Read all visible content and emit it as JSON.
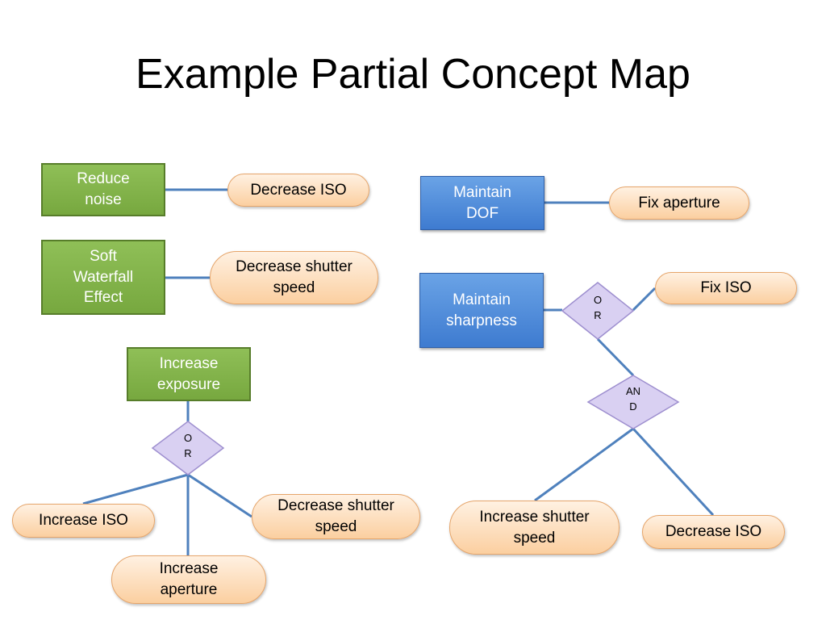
{
  "title": "Example Partial Concept Map",
  "colors": {
    "goal_green": "#7fb24a",
    "goal_blue": "#4a86d8",
    "action_fill": "#fbd3a8",
    "gate_fill": "#d9d0f2",
    "connector": "#4f81bd"
  },
  "nodes": {
    "reduce_noise": "Reduce noise",
    "decrease_iso_1": "Decrease ISO",
    "soft_waterfall": "Soft Waterfall Effect",
    "decrease_shutter_1": "Decrease shutter speed",
    "increase_exposure": "Increase exposure",
    "or_left": "O R",
    "increase_iso": "Increase ISO",
    "decrease_shutter_2": "Decrease shutter speed",
    "increase_aperture": "Increase aperture",
    "maintain_dof": "Maintain DOF",
    "fix_aperture": "Fix aperture",
    "maintain_sharpness": "Maintain sharpness",
    "or_right": "O R",
    "fix_iso": "Fix ISO",
    "and_gate": "AN D",
    "increase_shutter": "Increase shutter speed",
    "decrease_iso_2": "Decrease ISO"
  }
}
